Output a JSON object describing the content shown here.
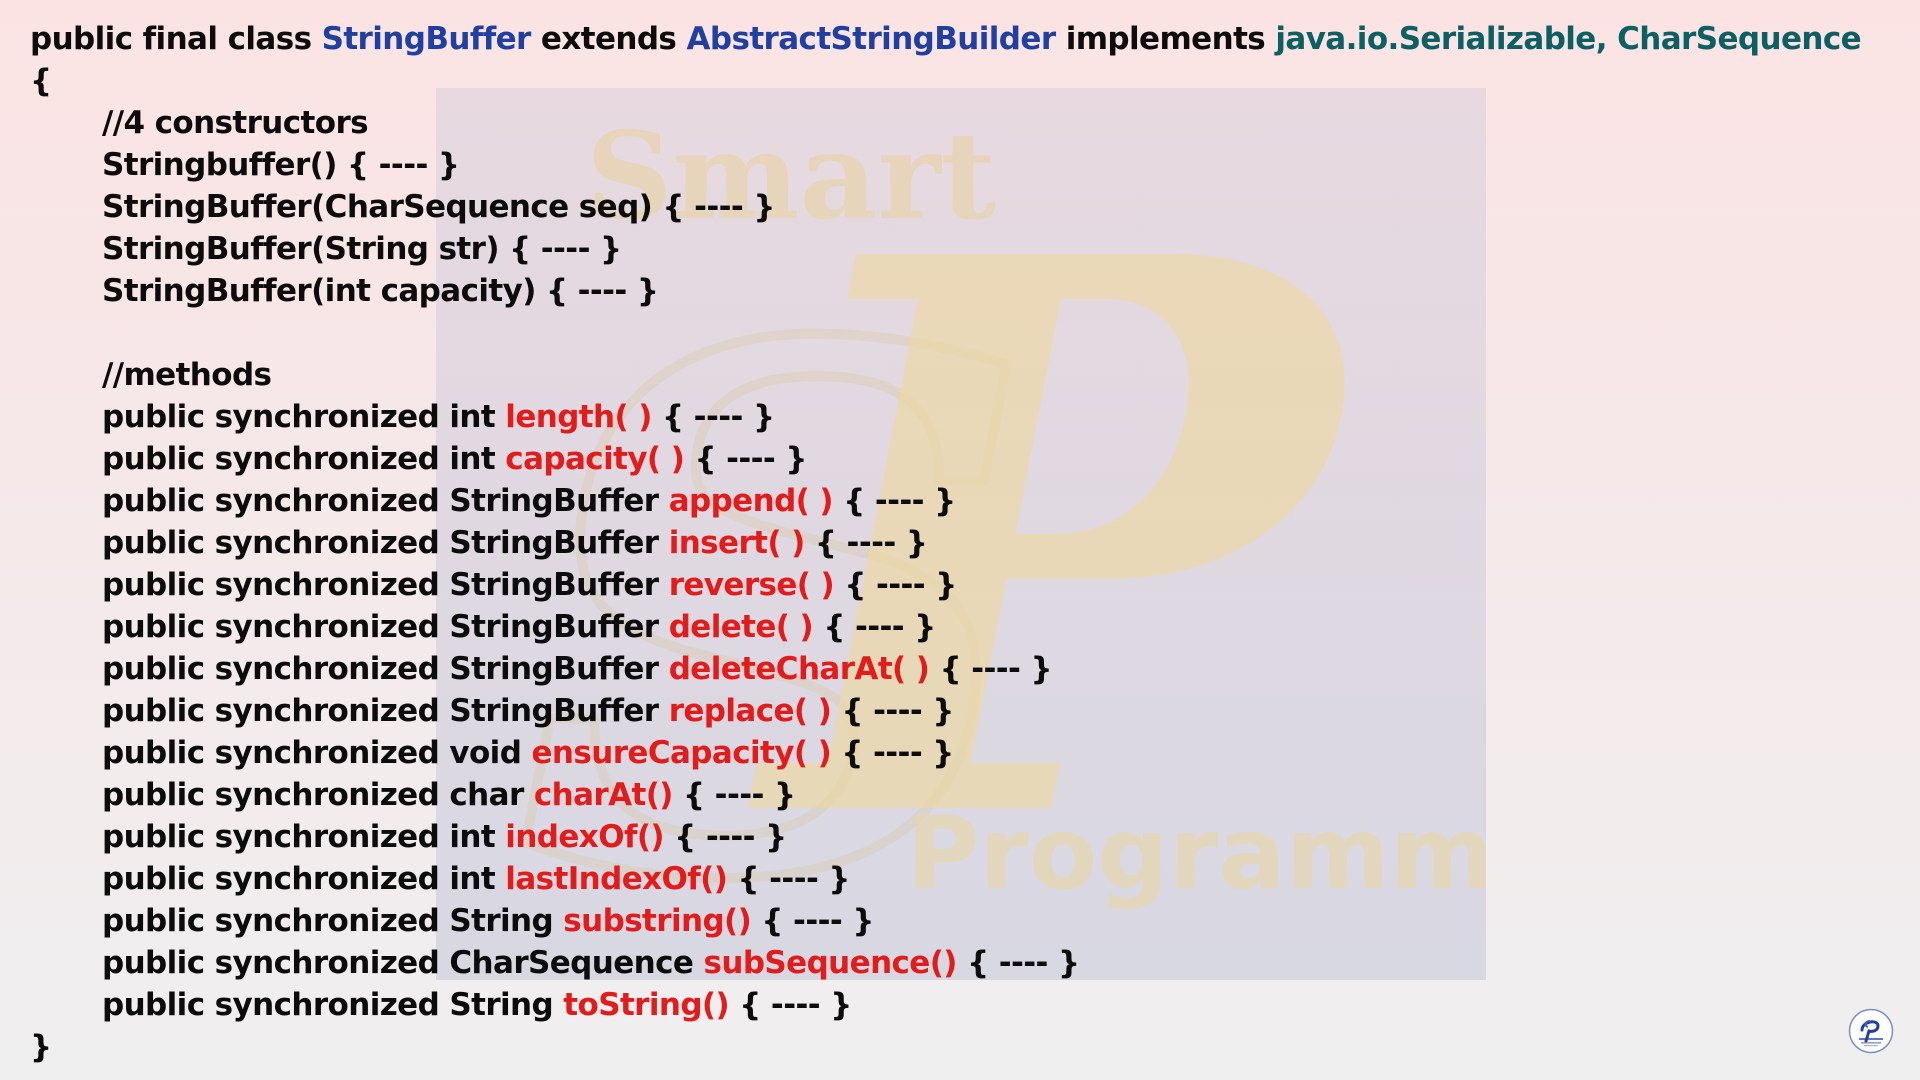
{
  "class_decl": {
    "modifiers": "public final class ",
    "name": "StringBuffer",
    "extends_kw": " extends ",
    "parent": "AbstractStringBuilder",
    "implements_kw": " implements ",
    "interfaces": "java.io.Serializable, CharSequence"
  },
  "open_brace": "{",
  "close_brace": "}",
  "constructors_comment": "//4 constructors",
  "constructors": [
    "Stringbuffer() { ---- }",
    "StringBuffer(CharSequence seq) { ---- }",
    "StringBuffer(String str) { ---- }",
    "StringBuffer(int capacity) { ---- }"
  ],
  "methods_comment": "//methods",
  "methods": [
    {
      "prefix": "public synchronized int ",
      "name": "length( )",
      "suffix": " { ---- }"
    },
    {
      "prefix": "public synchronized int ",
      "name": "capacity( )",
      "suffix": " { ---- }"
    },
    {
      "prefix": "public synchronized StringBuffer ",
      "name": "append( )",
      "suffix": " { ---- }"
    },
    {
      "prefix": "public synchronized StringBuffer ",
      "name": "insert( )",
      "suffix": " { ---- }"
    },
    {
      "prefix": "public synchronized StringBuffer ",
      "name": "reverse( )",
      "suffix": " { ---- }"
    },
    {
      "prefix": "public synchronized StringBuffer ",
      "name": "delete( )",
      "suffix": " { ---- }"
    },
    {
      "prefix": "public synchronized StringBuffer ",
      "name": "deleteCharAt( )",
      "suffix": " { ---- }"
    },
    {
      "prefix": "public synchronized StringBuffer ",
      "name": "replace( )",
      "suffix": " { ---- }"
    },
    {
      "prefix": "public synchronized void ",
      "name": "ensureCapacity( )",
      "suffix": " { ---- }"
    },
    {
      "prefix": "public synchronized char ",
      "name": "charAt()",
      "suffix": " { ---- }"
    },
    {
      "prefix": "public synchronized int ",
      "name": "indexOf()",
      "suffix": " { ---- }"
    },
    {
      "prefix": "public synchronized int ",
      "name": "lastIndexOf()",
      "suffix": " { ---- }"
    },
    {
      "prefix": "public synchronized String ",
      "name": "substring()",
      "suffix": " { ---- }"
    },
    {
      "prefix": "public synchronized CharSequence ",
      "name": "subSequence()",
      "suffix": " { ---- }"
    },
    {
      "prefix": "public synchronized String ",
      "name": "toString()",
      "suffix": " { ---- }"
    }
  ],
  "watermark": {
    "top_text": "Smart",
    "letter": "P",
    "bottom_text": "Programming"
  },
  "icons": {
    "watermark": "smart-programming-logo-watermark",
    "corner_logo": "smart-programming-logo-icon"
  },
  "colors": {
    "class_name": "#1f3fa3",
    "interfaces": "#0c6064",
    "method_name": "#e31b1b",
    "text": "#0c0c0c"
  }
}
